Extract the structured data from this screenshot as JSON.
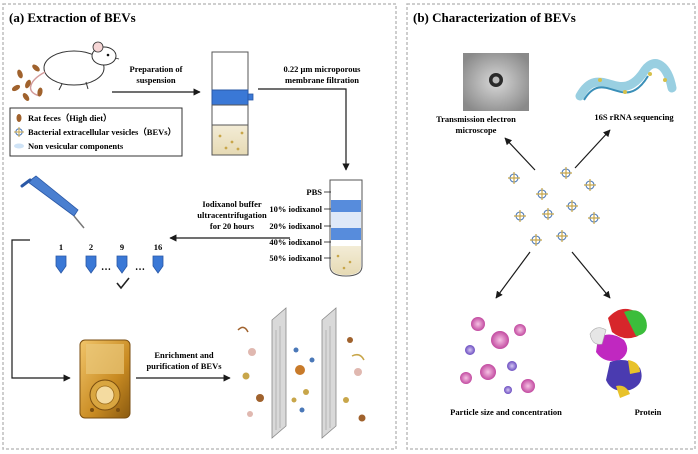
{
  "panel_a": {
    "title": "(a) Extraction of BEVs",
    "step_suspension": [
      "Preparation of",
      "suspension"
    ],
    "step_filtration": [
      "0.22 μm microporous",
      "membrane filtration"
    ],
    "legend": [
      {
        "icon": "feces-pellet-icon",
        "label": "Rat feces（High diet）"
      },
      {
        "icon": "vesicle-icon",
        "label": "Bacterial extracellular vesicles（BEVs）"
      },
      {
        "icon": "non-vesicular-component-icon",
        "label": "Non vesicular components"
      }
    ],
    "gradient_labels": [
      "PBS",
      "10% iodixanol",
      "20% iodixanol",
      "40% iodixanol",
      "50% iodixanol"
    ],
    "step_centrifugation": [
      "Iodixanol buffer",
      "ultracentrifugation",
      "for 20 hours"
    ],
    "fraction_numbers": [
      "1",
      "2",
      "9",
      "16"
    ],
    "ellipsis": "…",
    "step_enrichment": [
      "Enrichment and",
      "purification of BEVs"
    ]
  },
  "panel_b": {
    "title": "(b) Characterization of BEVs",
    "tem_label": [
      "Transmission electron",
      "microscope"
    ],
    "sequencing_label": "16S rRNA sequencing",
    "particle_label": "Particle size and concentration",
    "protein_label": "Protein"
  },
  "colors": {
    "border": "#bdbdbd",
    "arrow": "#1a1a1a",
    "gradient_blue": "#3a78d6",
    "feces": "#a0622d",
    "vesicle": "#c8a64a",
    "protein_red": "#d7262b",
    "protein_green": "#3bbd3b",
    "protein_purple": "#4a3bb0",
    "protein_magenta": "#c028c0",
    "protein_yellow": "#e8c22a"
  }
}
